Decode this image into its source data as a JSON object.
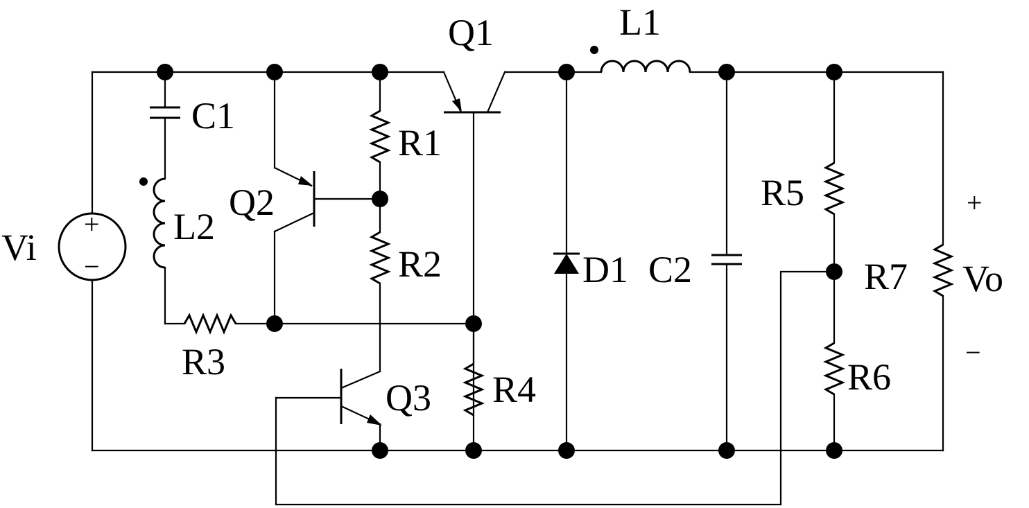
{
  "components": {
    "vi": "Vi",
    "c1": "C1",
    "l2": "L2",
    "q2": "Q2",
    "r1": "R1",
    "r2": "R2",
    "q1": "Q1",
    "l1": "L1",
    "r3": "R3",
    "q3": "Q3",
    "r4": "R4",
    "d1": "D1",
    "c2": "C2",
    "r5": "R5",
    "r6": "R6",
    "r7": "R7",
    "vo": "Vo"
  },
  "polarity": {
    "vi_plus": "+",
    "vi_minus": "−",
    "vo_plus": "+",
    "vo_minus": "−"
  }
}
